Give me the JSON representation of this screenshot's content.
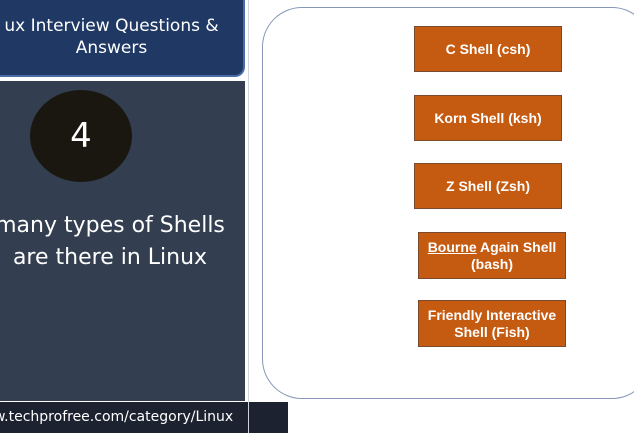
{
  "slide": {
    "title_line1": "ux Interview Questions &",
    "title_line2": "Answers",
    "question_number": "4",
    "question_line1": "many types of Shells",
    "question_line2": "are there in Linux",
    "url": "w.techprofree.com/category/Linux"
  },
  "shells": [
    {
      "label": "C Shell (csh)"
    },
    {
      "label": "Korn Shell (ksh)"
    },
    {
      "label": "Z Shell (Zsh)"
    },
    {
      "label_underlined": "Bourne",
      "label_rest": " Again Shell",
      "label_line2": "(bash)"
    },
    {
      "label_line1": "Friendly Interactive",
      "label_line2": "Shell (Fish)"
    }
  ],
  "colors": {
    "title_bg": "#1f3864",
    "panel_bg": "#333f50",
    "number_circle": "#1a1710",
    "shell_box": "#c55a11",
    "url_bar": "#1c2230"
  }
}
